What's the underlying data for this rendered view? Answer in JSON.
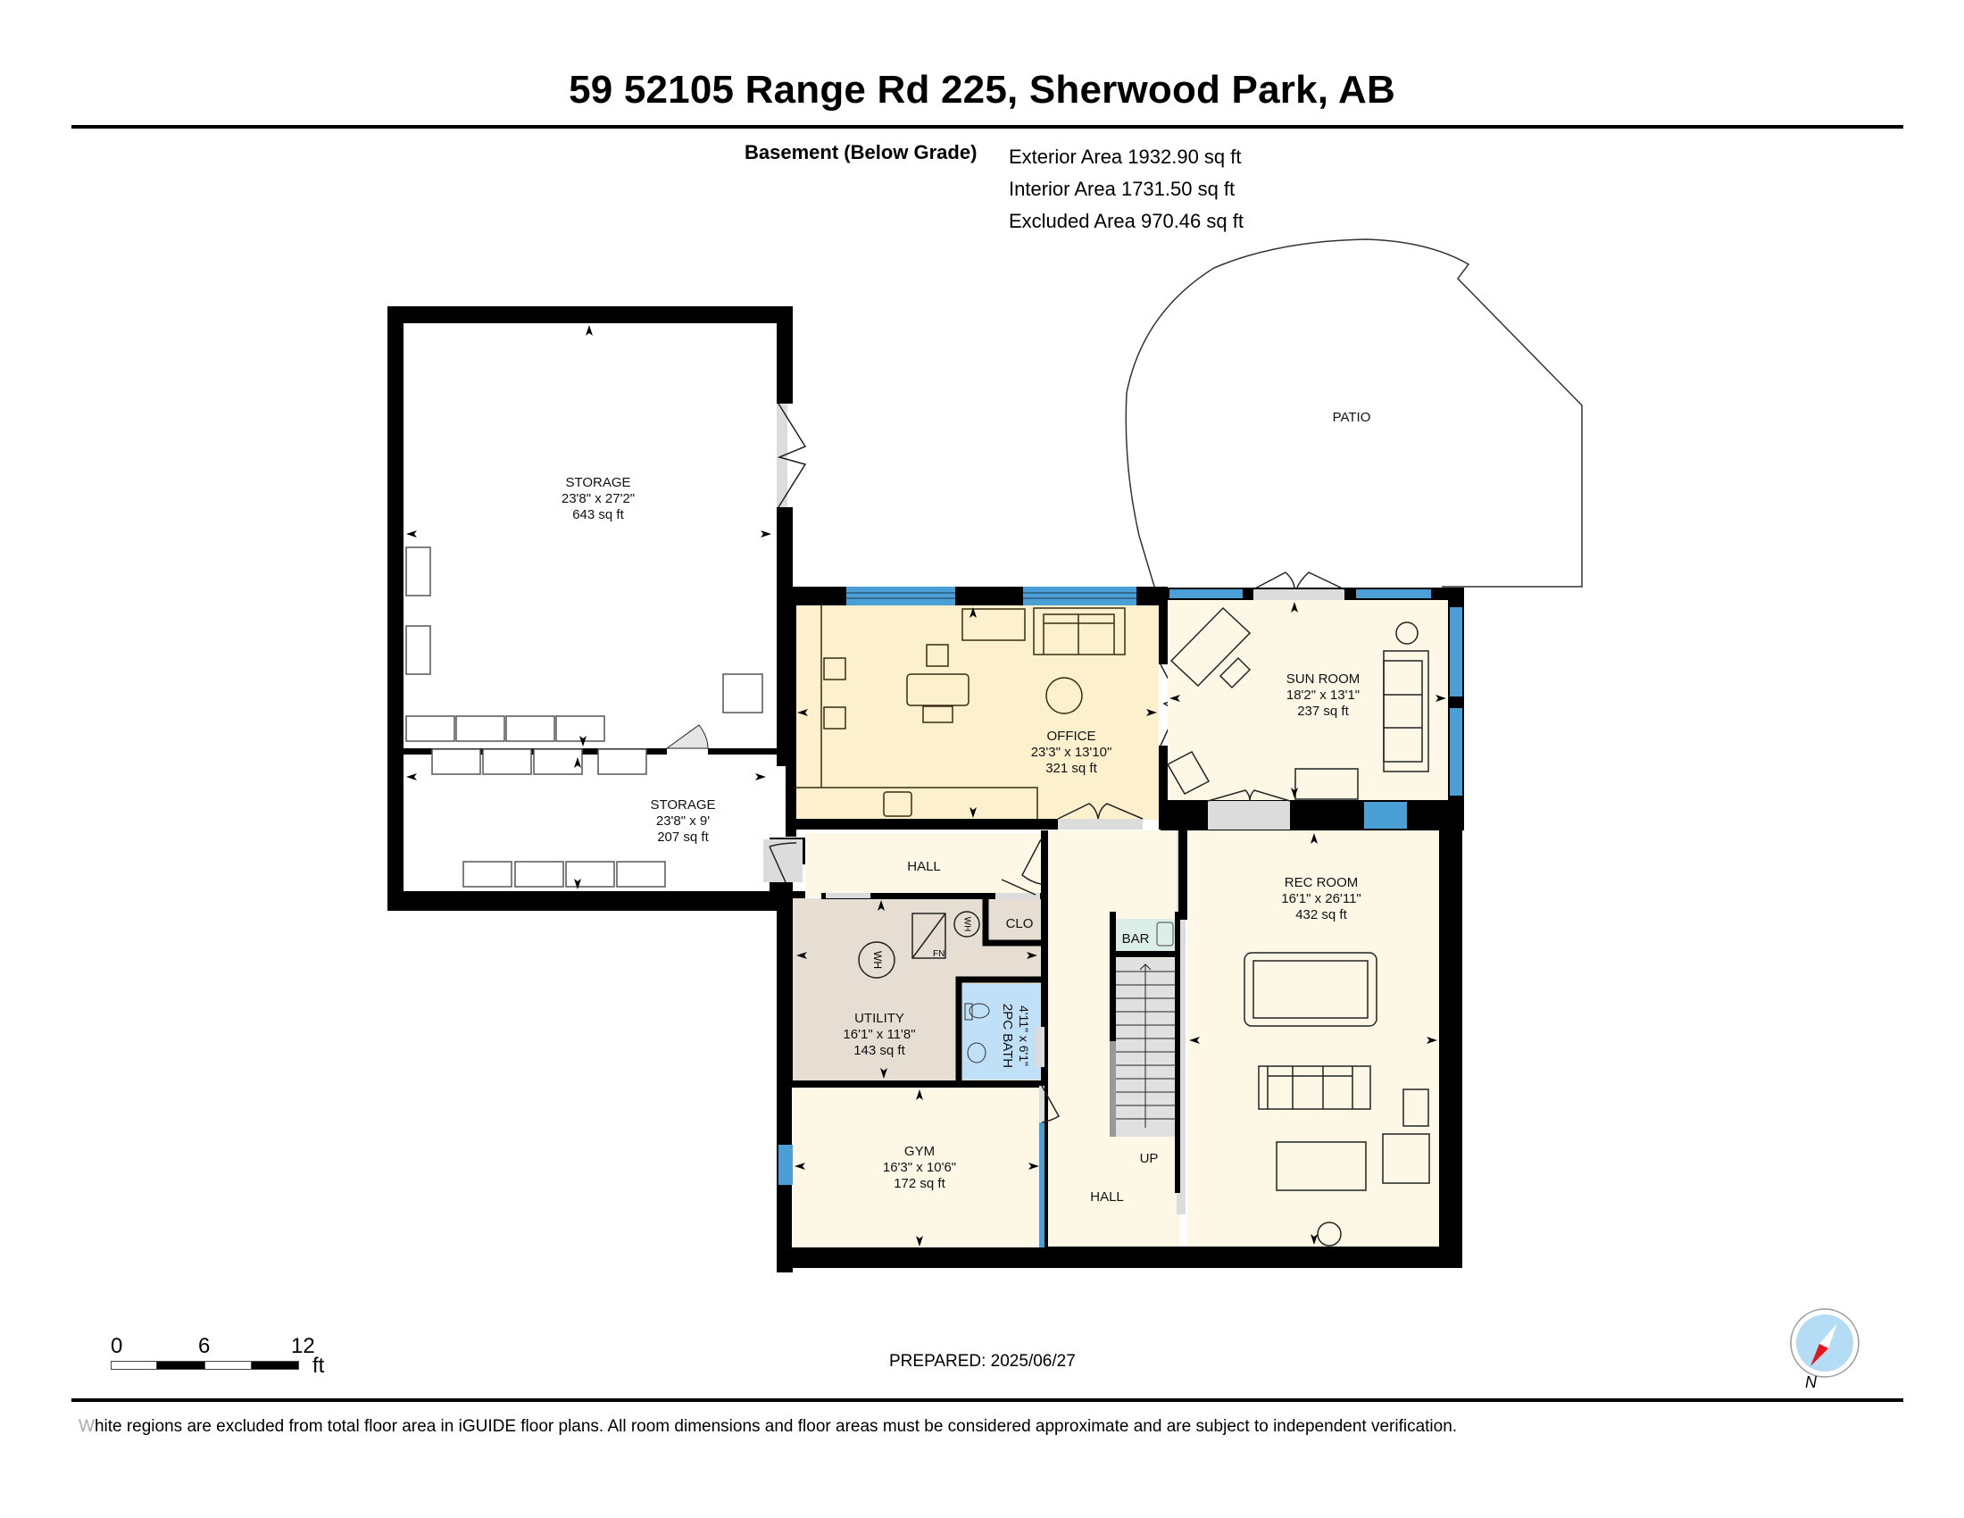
{
  "header": {
    "title": "59 52105 Range Rd 225, Sherwood Park, AB",
    "floor_label": "Basement (Below Grade)",
    "areas": [
      "Exterior Area 1932.90 sq ft",
      "Interior Area 1731.50 sq ft",
      "Excluded Area 970.46 sq ft"
    ]
  },
  "rooms": {
    "storage_main": {
      "name": "STORAGE",
      "dims": "23'8\" x 27'2\"",
      "area": "643 sq ft"
    },
    "storage_small": {
      "name": "STORAGE",
      "dims": "23'8\" x 9'",
      "area": "207 sq ft"
    },
    "office": {
      "name": "OFFICE",
      "dims": "23'3\" x 13'10\"",
      "area": "321 sq ft"
    },
    "sun_room": {
      "name": "SUN ROOM",
      "dims": "18'2\" x 13'1\"",
      "area": "237 sq ft"
    },
    "patio": {
      "name": "PATIO"
    },
    "hall_upper": {
      "name": "HALL"
    },
    "clo": {
      "name": "CLO"
    },
    "utility": {
      "name": "UTILITY",
      "dims": "16'1\" x 11'8\"",
      "area": "143 sq ft",
      "fixtures": [
        "WH",
        "WH",
        "FN"
      ]
    },
    "bath": {
      "name": "2PC BATH",
      "dims": "4'11\" x 6'1\""
    },
    "bar": {
      "name": "BAR"
    },
    "stairs": {
      "label": "UP"
    },
    "hall_lower": {
      "name": "HALL"
    },
    "rec_room": {
      "name": "REC ROOM",
      "dims": "16'1\" x 26'11\"",
      "area": "432 sq ft"
    },
    "gym": {
      "name": "GYM",
      "dims": "16'3\" x 10'6\"",
      "area": "172 sq ft"
    }
  },
  "colors": {
    "wall": "#000000",
    "window": "#4a9fd5",
    "door_gap": "#dcdcdc",
    "office_fill": "#fdf0cc",
    "room_fill": "#fdf8e6",
    "utility_fill": "#e6ded2",
    "bath_fill": "#bfe0f7",
    "compass_blue": "#b5dcf5",
    "compass_red": "#e8141b"
  },
  "scale": {
    "ticks": [
      "0",
      "6",
      "12"
    ],
    "unit": "ft"
  },
  "footer": {
    "prepared": "PREPARED: 2025/06/27",
    "disclaimer_first": "W",
    "disclaimer_rest": "hite regions are excluded from total floor area in iGUIDE floor plans. All room dimensions and floor areas must be considered approximate and are subject to independent verification.",
    "compass_label": "N"
  }
}
